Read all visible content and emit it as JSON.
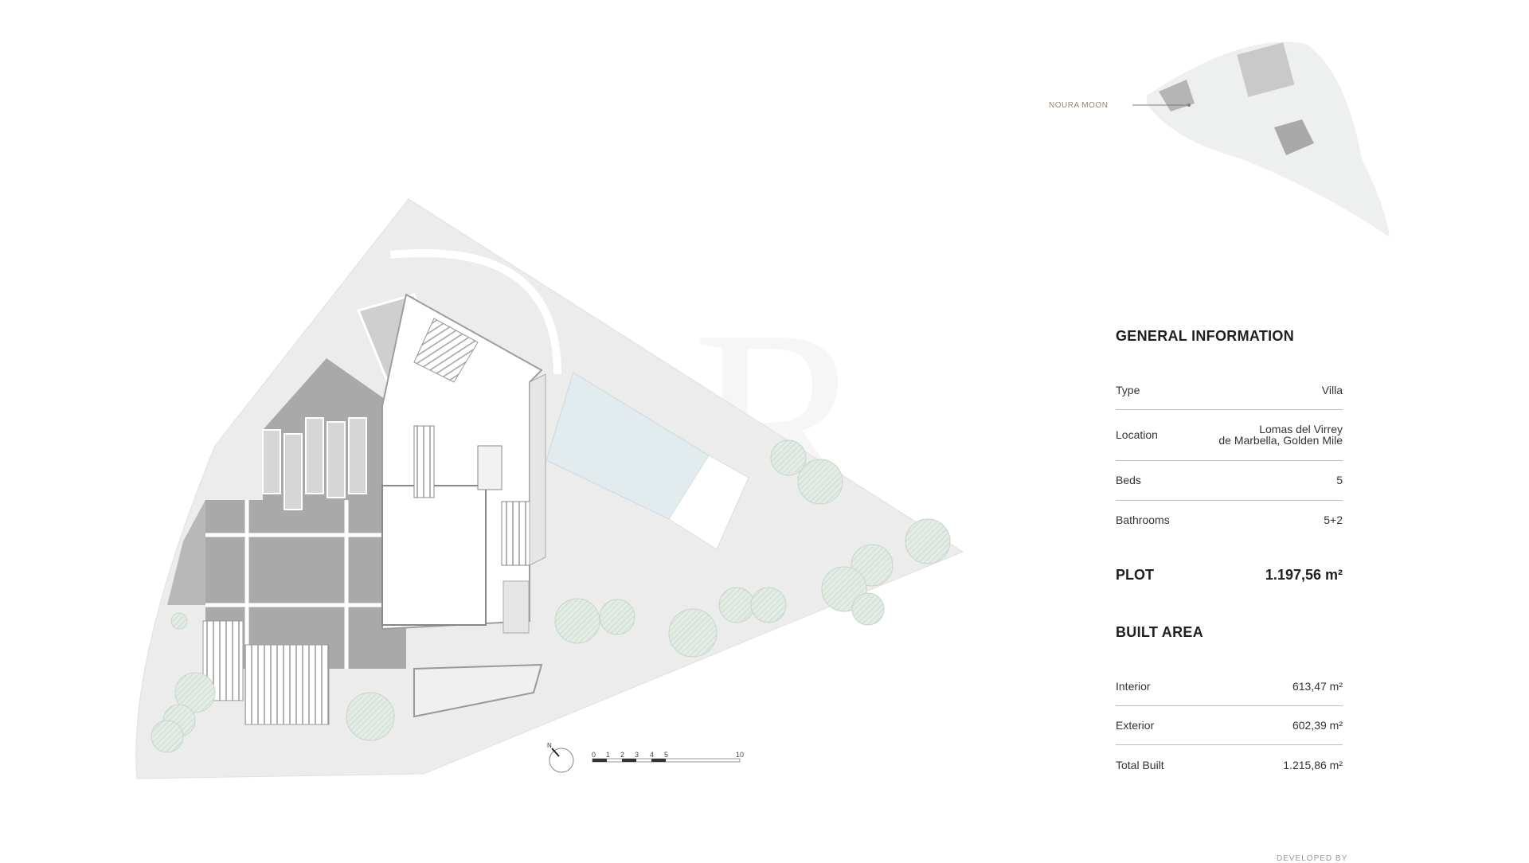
{
  "key_plan": {
    "label": "NOURA MOON"
  },
  "general_information": {
    "title": "GENERAL INFORMATION",
    "rows": [
      {
        "label": "Type",
        "value": "Villa"
      },
      {
        "label": "Location",
        "value_line1": "Lomas del Virrey",
        "value_line2": "de Marbella, Golden Mile"
      },
      {
        "label": "Beds",
        "value": "5"
      },
      {
        "label": "Bathrooms",
        "value": "5+2"
      }
    ]
  },
  "plot": {
    "label": "PLOT",
    "value": "1.197,56 m²"
  },
  "built_area": {
    "title": "BUILT AREA",
    "rows": [
      {
        "label": "Interior",
        "value": "613,47 m²"
      },
      {
        "label": "Exterior",
        "value": "602,39 m²"
      },
      {
        "label": "Total Built",
        "value": "1.215,86 m²"
      }
    ]
  },
  "scale_bar": {
    "ticks": [
      "0",
      "1",
      "2",
      "3",
      "4",
      "5",
      "10"
    ],
    "north_label": "N"
  },
  "footer": {
    "developer_label": "DEVELOPED BY"
  },
  "colors": {
    "plot": "#ececec",
    "building_dark": "#a9a9a9",
    "pool": "#e2ebee",
    "trees": "#dbe6dc",
    "accent": "#9a8670"
  }
}
